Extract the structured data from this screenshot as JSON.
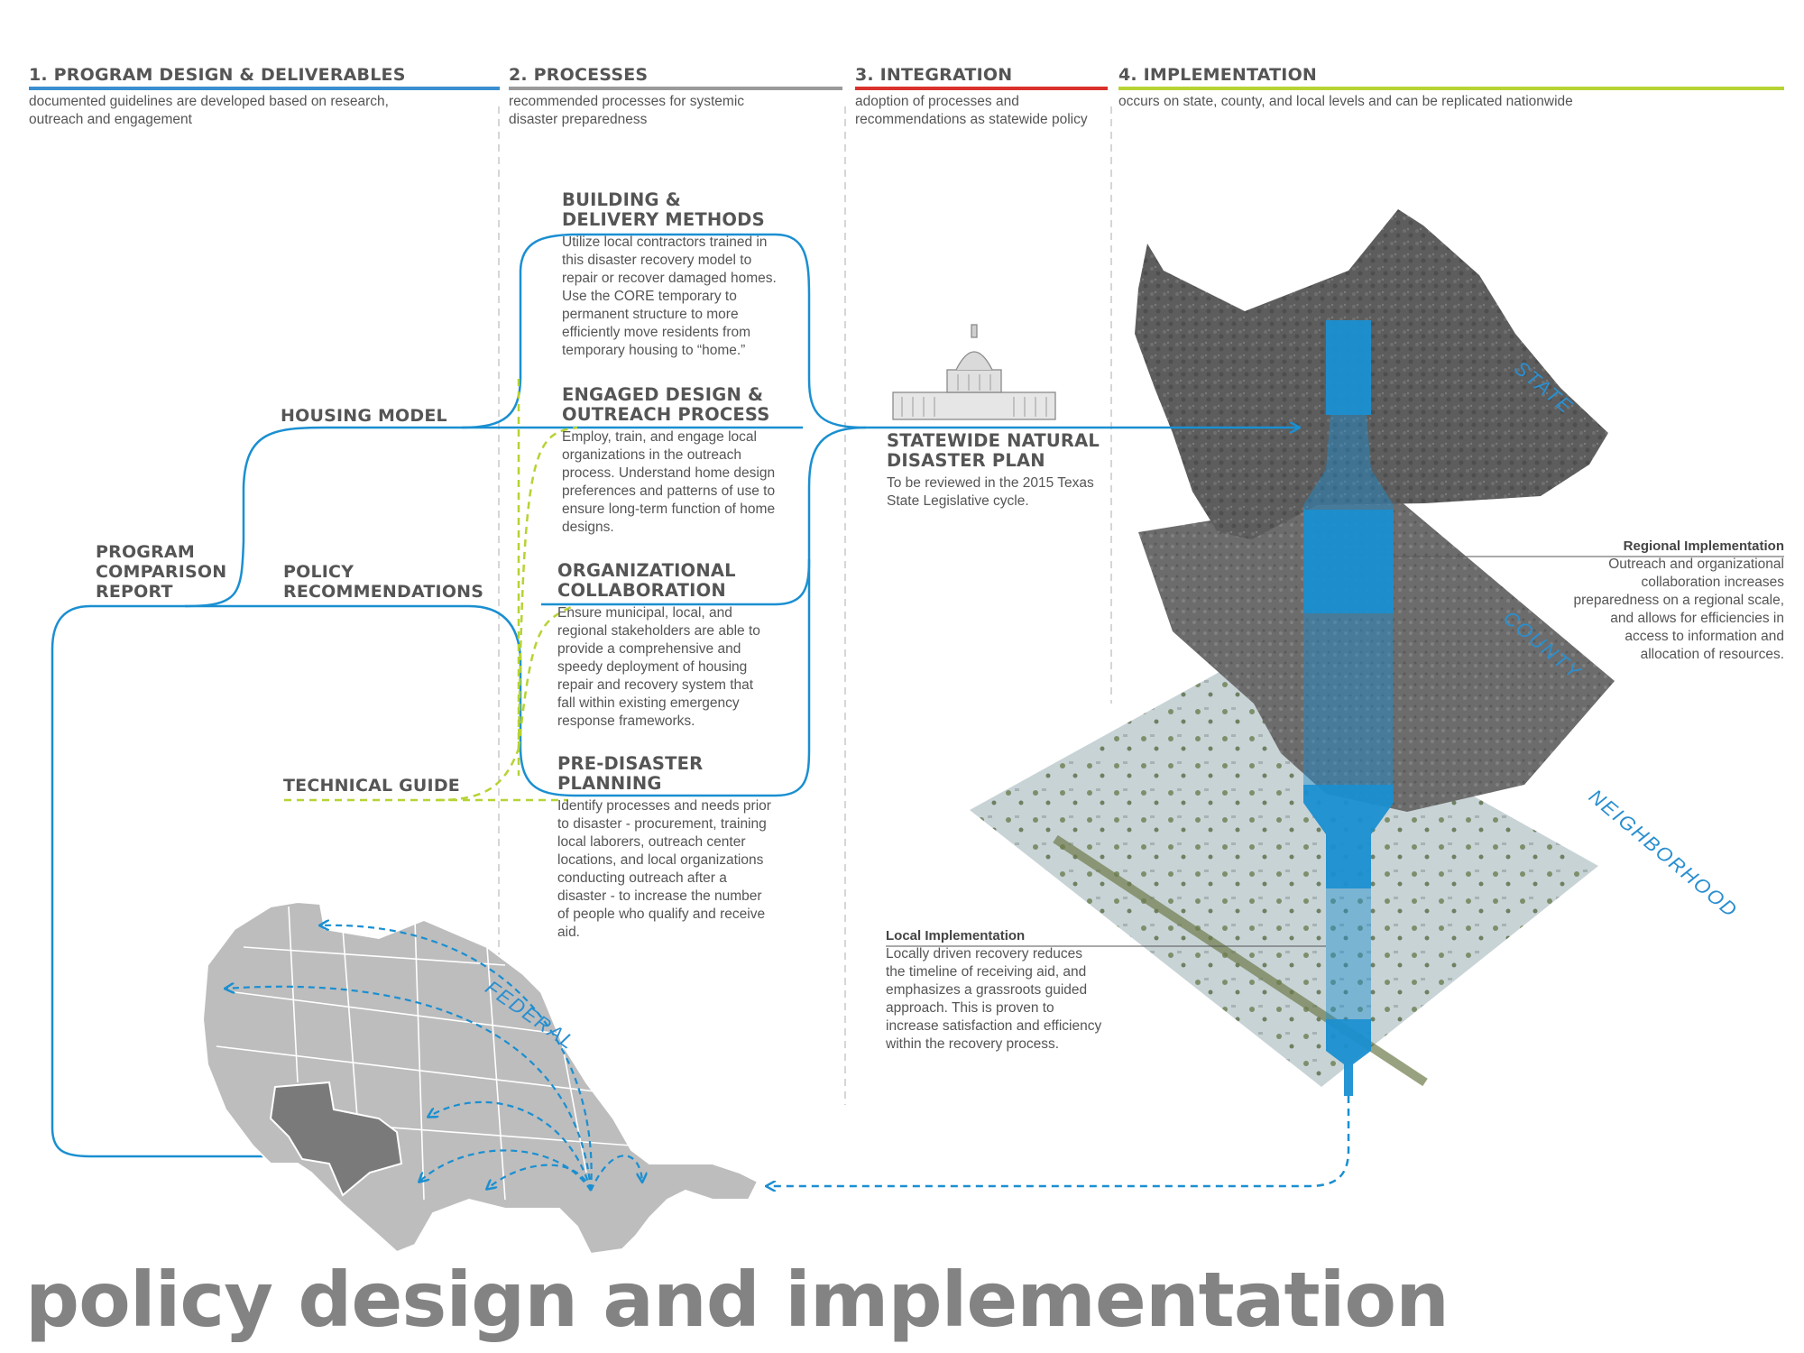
{
  "colors": {
    "blue": "#1a8fd1",
    "gray_rule": "#9a9a9a",
    "red_rule": "#d9312b",
    "green": "#b6d334",
    "text": "#555555",
    "map_gray": "#bdbdbd",
    "texas": "#7a7a7a"
  },
  "columns": [
    {
      "title": "1. PROGRAM DESIGN & DELIVERABLES",
      "desc": "documented guidelines are developed based on research, outreach and engagement",
      "rule_color": "#3b8fd0"
    },
    {
      "title": "2. PROCESSES",
      "desc": "recommended processes for systemic disaster preparedness",
      "rule_color": "#9a9a9a"
    },
    {
      "title": "3. INTEGRATION",
      "desc": "adoption of processes and recommendations as statewide policy",
      "rule_color": "#d9312b"
    },
    {
      "title": "4. IMPLEMENTATION",
      "desc": "occurs on state, county, and local levels and can be replicated nationwide",
      "rule_color": "#b6d334"
    }
  ],
  "deliverables": {
    "program_comparison": "PROGRAM COMPARISON REPORT",
    "housing_model": "HOUSING MODEL",
    "policy": "POLICY RECOMMENDATIONS",
    "technical_guide": "TECHNICAL GUIDE"
  },
  "processes": [
    {
      "title": "BUILDING & DELIVERY METHODS",
      "text": "Utilize local contractors trained in this disaster recovery model to repair or recover damaged homes. Use the CORE temporary to permanent structure to more efficiently move residents from temporary housing to “home.”"
    },
    {
      "title": "ENGAGED DESIGN & OUTREACH PROCESS",
      "text": "Employ, train, and engage local organizations in the outreach process. Understand home design preferences and patterns of use to ensure long-term function of home designs."
    },
    {
      "title": "ORGANIZATIONAL COLLABORATION",
      "text": "Ensure municipal, local, and regional stakeholders are able to provide a comprehensive and speedy deployment of housing repair and recovery system that fall within existing emergency response frameworks."
    },
    {
      "title": "PRE-DISASTER PLANNING",
      "text": "Identify processes and needs prior to disaster - procurement, training local laborers, outreach center locations, and local organizations conducting outreach after a disaster - to increase the number of people who qualify and receive aid."
    }
  ],
  "integration": {
    "title": "STATEWIDE NATURAL DISASTER PLAN",
    "text": "To be reviewed in the 2015 Texas State Legislative cycle."
  },
  "implementation": {
    "regional_title": "Regional Implementation",
    "regional_text": "Outreach and organizational collaboration increases preparedness on a regional scale, and allows for efficiencies in access to information and allocation of resources.",
    "local_title": "Local Implementation",
    "local_text": "Locally driven recovery reduces the timeline of receiving aid, and emphasizes a grassroots guided approach. This is proven to increase satisfaction and efficiency within the recovery process.",
    "layers": {
      "state": "STATE",
      "county": "COUNTY",
      "neighborhood": "NEIGHBORHOOD",
      "federal": "FEDERAL"
    }
  },
  "footer_title": "policy design and implementation"
}
